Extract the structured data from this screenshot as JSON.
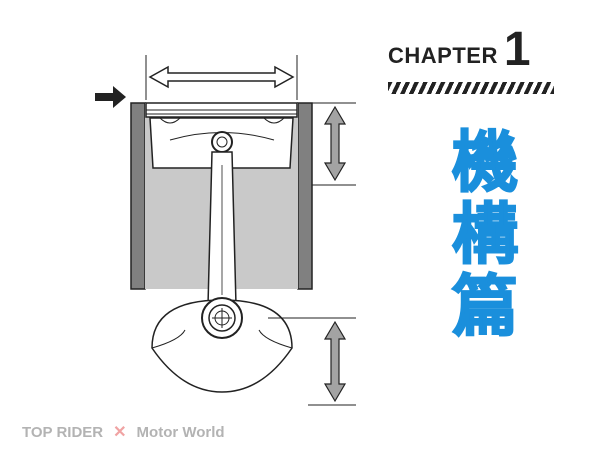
{
  "chapter": {
    "word": "CHAPTER",
    "number": "1"
  },
  "title": {
    "chars": [
      "機",
      "構",
      "篇"
    ]
  },
  "footer": {
    "left": "TOP RIDER",
    "sep": "✕",
    "right": "Motor World"
  },
  "colors": {
    "title_blue": "#1a8fdc",
    "footer_gray": "#b3b3b3",
    "separator_pink": "#f0a3a3",
    "cylinder_gray": "#a3a3a3",
    "ink": "#222222"
  }
}
